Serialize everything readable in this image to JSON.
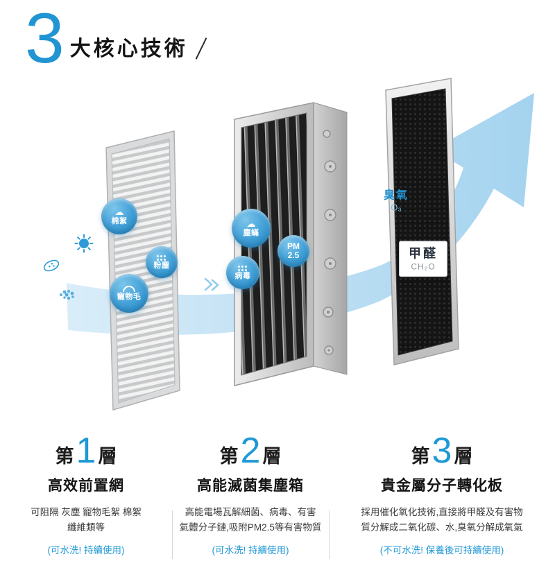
{
  "header": {
    "number": "3",
    "title": "大核心技術"
  },
  "colors": {
    "accent_blue": "#1f99d5",
    "badge_blue": "#46a3d9",
    "arrow_blue": "#b9dcf3"
  },
  "pollutants": {
    "cotton_lint": "棉絮",
    "dust": "粉塵",
    "pet_hair": "寵物毛",
    "dust_mite": "塵蟎",
    "virus": "病毒",
    "pm_label": "PM",
    "pm_value": "2.5",
    "ozone_label": "臭氧",
    "ozone_formula": "O₃",
    "formaldehyde_label": "甲醛",
    "formaldehyde_formula": "CH₂O"
  },
  "layers": [
    {
      "prefix": "第",
      "number": "1",
      "suffix": "層",
      "title": "高效前置網",
      "desc1": "可阻隔 灰塵 寵物毛絮 棉絮",
      "desc2": "纖維類等",
      "note": "(可水洗! 持續使用)"
    },
    {
      "prefix": "第",
      "number": "2",
      "suffix": "層",
      "title": "高能滅菌集塵箱",
      "desc1": "高能電場瓦解細菌、病毒、有害",
      "desc2": "氣體分子鏈,吸附PM2.5等有害物質",
      "note": "(可水洗! 持續使用)"
    },
    {
      "prefix": "第",
      "number": "3",
      "suffix": "層",
      "title": "貴金屬分子轉化板",
      "desc1": "採用催化氧化技術,直接將甲醛及有害物",
      "desc2": "質分解成二氧化碳、水,臭氧分解成氧氣",
      "note": "(不可水洗! 保養後可持續使用)"
    }
  ]
}
